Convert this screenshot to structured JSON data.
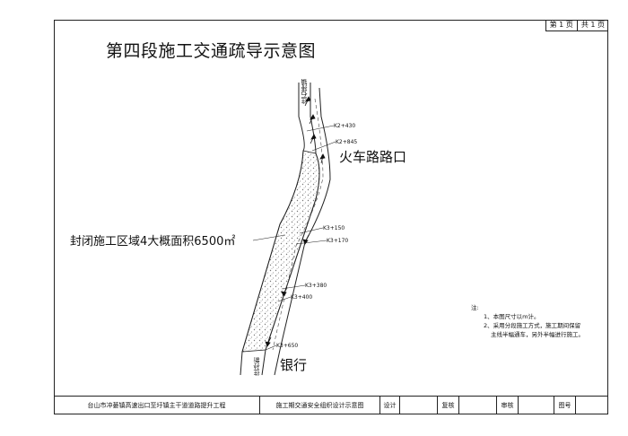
{
  "sheet": {
    "current": "第 1 页",
    "total": "共 1 页"
  },
  "title": "第四段施工交通疏导示意图",
  "labels": {
    "north_end": "往石排镇",
    "south_end": "往孙新",
    "junction": "火车路路口",
    "zone": "封闭施工区域4大概面积6500㎡",
    "bank": "银行"
  },
  "chainages": [
    "K2+430",
    "K2+845",
    "K3+150",
    "K3+170",
    "K3+380",
    "K3+400",
    "K3+650"
  ],
  "notes": {
    "heading": "注:",
    "items": [
      "1、本图尺寸以m计。",
      "2、采用分段施工方式，施工期间保留",
      "主线半幅通车，另外半幅进行施工。"
    ]
  },
  "title_block": {
    "project": "台山市冲蒌镇高速出口至圩镇主干道道路提升工程",
    "drawing": "施工期交通安全组织设计示意图",
    "design": "设计",
    "review": "复核",
    "approve": "审核",
    "drawing_no": "图号"
  },
  "colors": {
    "line": "#222222",
    "hatch": "#888888"
  }
}
